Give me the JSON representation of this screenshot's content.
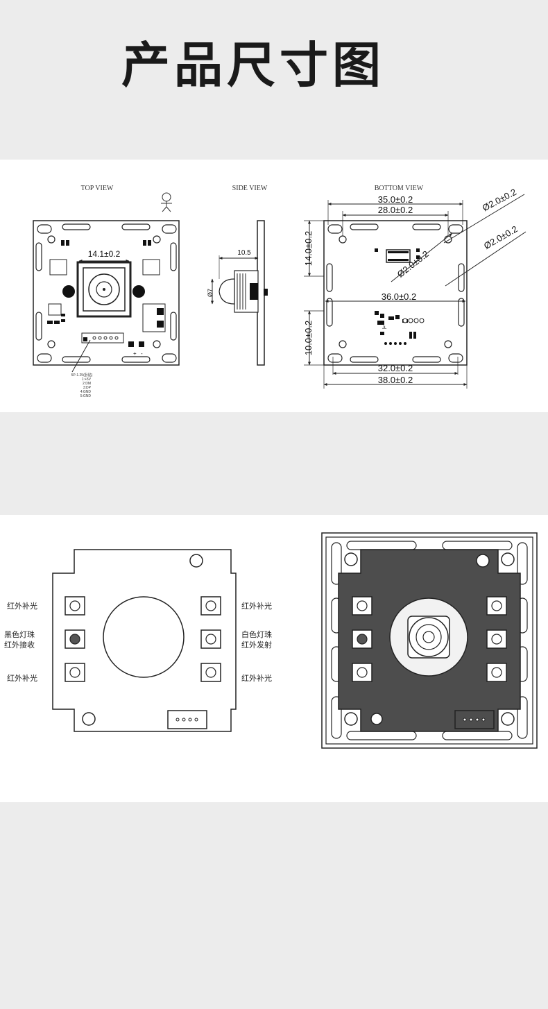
{
  "title": "产品尺寸图",
  "top_view": {
    "label": "TOP VIEW",
    "dim_lens": "14.1±0.2",
    "connector_title": "5P-1.25(卧贴)",
    "connector_pins": [
      "1:+5V",
      "2:DM",
      "3:DP",
      "4:GND",
      "5:GND"
    ],
    "plus": "+",
    "minus": "-"
  },
  "side_view": {
    "label": "SIDE VIEW",
    "dim_length": "10.5",
    "dim_diameter": "Ø7"
  },
  "bottom_view": {
    "label": "BOTTOM VIEW",
    "dim_35": "35.0±0.2",
    "dim_28": "28.0±0.2",
    "dim_hole_1": "Ø2.0±0.2",
    "dim_hole_2": "Ø2.0±0.2",
    "dim_hole_3": "Ø2.0±0.2",
    "dim_14": "14.0±0.2",
    "dim_36": "36.0±0.2",
    "dim_10": "10.0±0.2",
    "dim_32": "32.0±0.2",
    "dim_38": "38.0±0.2",
    "chip_label": "JL"
  },
  "led_diagram": {
    "left_top": "红外补光",
    "left_mid_1": "黑色灯珠",
    "left_mid_2": "红外接收",
    "left_bottom": "红外补光",
    "right_top": "红外补光",
    "right_mid_1": "白色灯珠",
    "right_mid_2": "红外发射",
    "right_bottom": "红外补光"
  }
}
